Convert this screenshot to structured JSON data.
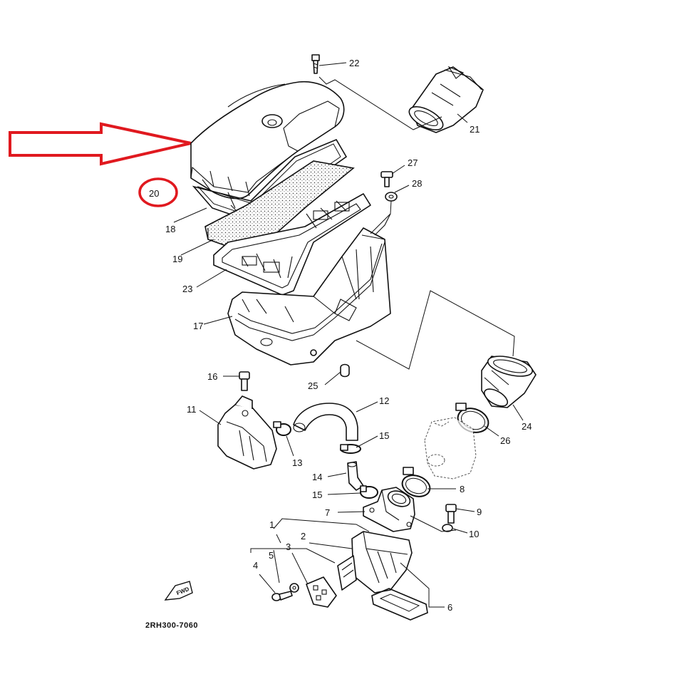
{
  "diagram": {
    "drawing_code": "2RH300-7060",
    "forward_marker": "FWD",
    "part_labels": {
      "p1": "1",
      "p2": "2",
      "p3": "3",
      "p4": "4",
      "p5": "5",
      "p6": "6",
      "p7": "7",
      "p8": "8",
      "p9": "9",
      "p10": "10",
      "p11": "11",
      "p12": "12",
      "p13": "13",
      "p14": "14",
      "p15a": "15",
      "p15b": "15",
      "p16": "16",
      "p17": "17",
      "p18": "18",
      "p19": "19",
      "p20": "20",
      "p21": "21",
      "p22": "22",
      "p23": "23",
      "p24": "24",
      "p25": "25",
      "p26": "26",
      "p27": "27",
      "p28": "28"
    },
    "annotation": {
      "highlighted_part": "20",
      "color": "#e0191f"
    }
  }
}
